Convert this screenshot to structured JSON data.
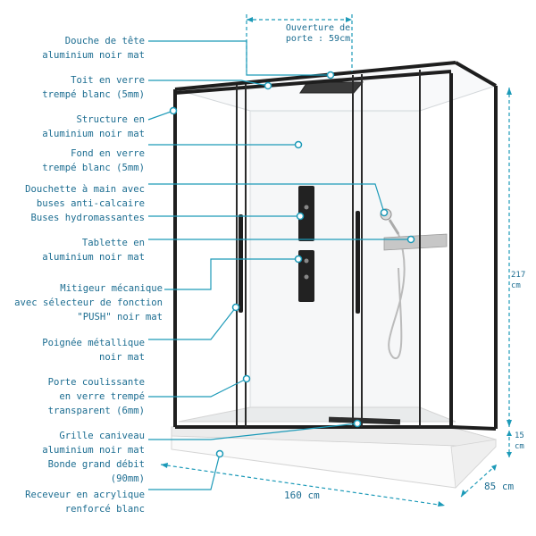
{
  "labels": {
    "douche_tete": "Douche de tête\naluminium noir mat",
    "toit": "Toit en verre\ntrempé blanc (5mm)",
    "structure": "Structure en\naluminium noir mat",
    "fond": "Fond en verre\ntrempé blanc (5mm)",
    "douchette": "Douchette à main avec\nbuses anti-calcaire",
    "buses": "Buses hydromassantes",
    "tablette": "Tablette en\naluminium noir mat",
    "mitigeur": "Mitigeur mécanique\navec sélecteur de fonction\n\"PUSH\" noir mat",
    "poignee": "Poignée métallique\nnoir mat",
    "porte": "Porte coulissante\nen verre trempé\ntransparent (6mm)",
    "grille": "Grille caniveau\naluminium noir mat\nBonde grand débit\n(90mm)",
    "receveur": "Receveur en acrylique\nrenforcé blanc"
  },
  "dimensions": {
    "ouverture": "Ouverture de\nporte : 59cm",
    "height": "217\ncm",
    "tray_height": "15\ncm",
    "width": "160 cm",
    "depth": "85 cm"
  },
  "colors": {
    "accent": "#1c9ab8",
    "text": "#1c6d91",
    "frame": "#1e1e1e"
  }
}
